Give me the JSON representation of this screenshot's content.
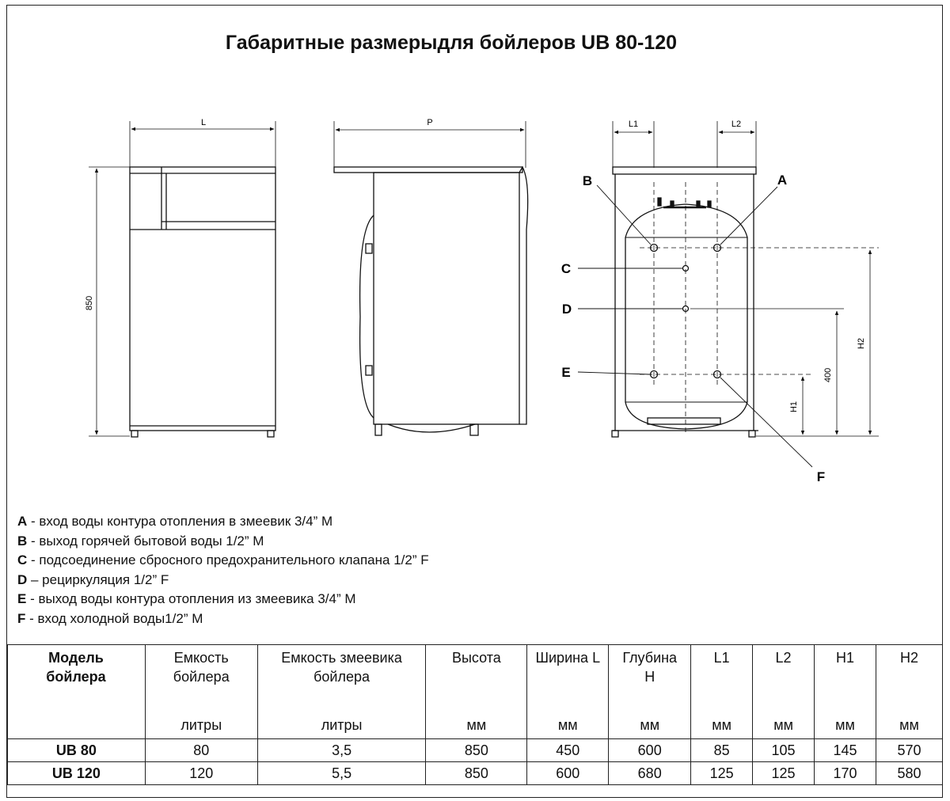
{
  "title": "Габаритные размерыдля бойлеров UB 80-120",
  "dimension_labels": {
    "L": "L",
    "P": "P",
    "height": "850",
    "L1": "L1",
    "L2": "L2",
    "H1": "H1",
    "H2": "H2",
    "d400": "400"
  },
  "connection_labels": {
    "A": "A",
    "B": "B",
    "C": "C",
    "D": "D",
    "E": "E",
    "F": "F"
  },
  "legend": [
    {
      "key": "A",
      "text": " - вход воды контура отопления в змеевик 3/4” М"
    },
    {
      "key": "B",
      "text": " - выход горячей бытовой воды 1/2” М"
    },
    {
      "key": "C",
      "text": " - подсоединение сбросного предохранительного клапана 1/2” F"
    },
    {
      "key": "D",
      "text": " – рециркуляция 1/2” F"
    },
    {
      "key": "E",
      "text": " - выход воды контура отопления из змеевика 3/4” М"
    },
    {
      "key": "F",
      "text": " - вход холодной воды1/2” М"
    }
  ],
  "table": {
    "headers": [
      {
        "label": "Модель бойлера",
        "unit": ""
      },
      {
        "label": "Емкость бойлера",
        "unit": "литры"
      },
      {
        "label": "Емкость змеевика бойлера",
        "unit": "литры"
      },
      {
        "label": "Высота",
        "unit": "мм"
      },
      {
        "label": "Ширина L",
        "unit": "мм"
      },
      {
        "label": "Глубина H",
        "unit": "мм"
      },
      {
        "label": "L1",
        "unit": "мм"
      },
      {
        "label": "L2",
        "unit": "мм"
      },
      {
        "label": "H1",
        "unit": "мм"
      },
      {
        "label": "H2",
        "unit": "мм"
      }
    ],
    "rows": [
      [
        "UB 80",
        "80",
        "3,5",
        "850",
        "450",
        "600",
        "85",
        "105",
        "145",
        "570"
      ],
      [
        "UB 120",
        "120",
        "5,5",
        "850",
        "600",
        "680",
        "125",
        "125",
        "170",
        "580"
      ]
    ]
  }
}
